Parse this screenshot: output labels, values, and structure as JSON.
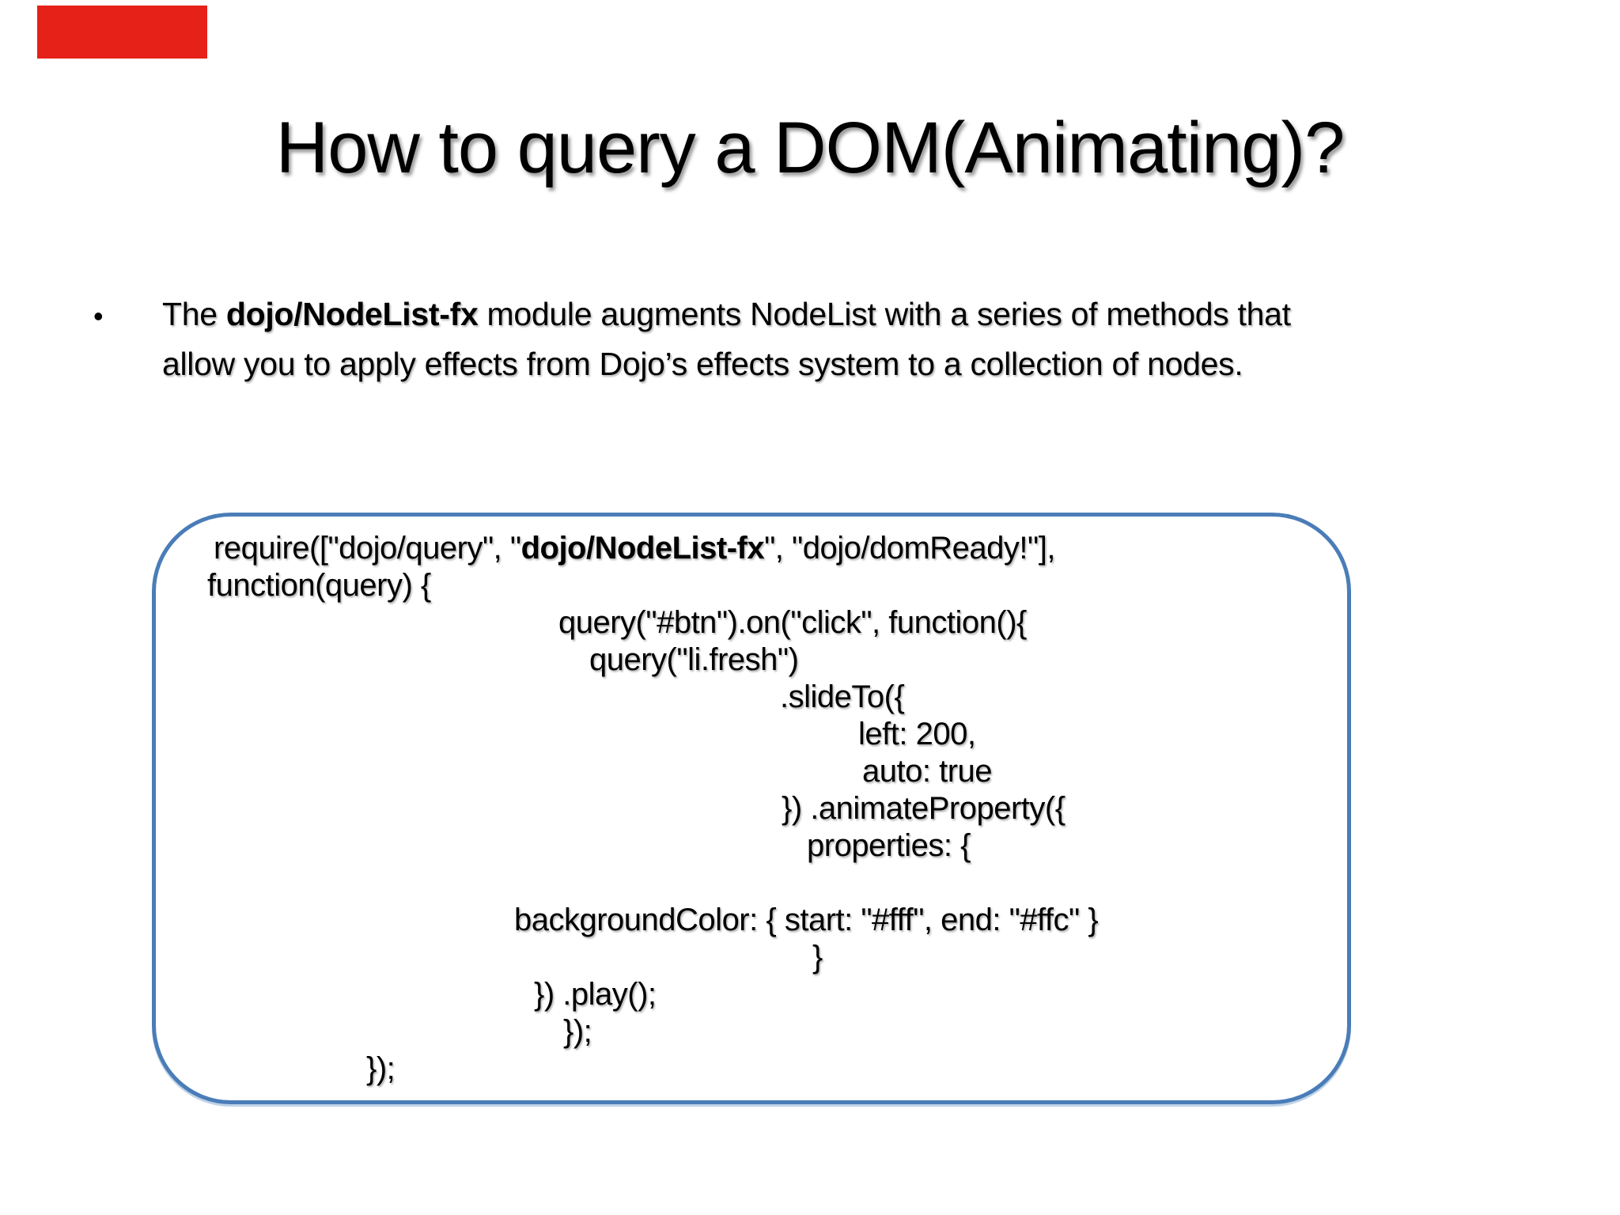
{
  "slide": {
    "background_color": "#ffffff",
    "text_color": "#000000",
    "red_marker_color": "#e62117",
    "title": "How to query a DOM(Animating)?",
    "bullet": {
      "marker": "•",
      "line1_segments": [
        {
          "text": "The ",
          "bold": false
        },
        {
          "text": "dojo/NodeList-fx",
          "bold": true
        },
        {
          "text": " module augments NodeList with a series of methods that",
          "bold": false
        }
      ],
      "line2": "allow you to apply effects from Dojo’s effects system to a collection of nodes."
    },
    "code_box": {
      "border_color": "#4a7db8",
      "lines": [
        {
          "indent": 73,
          "segments": [
            {
              "text": "require([\"dojo/query\", \"",
              "bold": false
            },
            {
              "text": "dojo/NodeList-fx",
              "bold": true
            },
            {
              "text": "\", \"dojo/domReady!\"],",
              "bold": false
            }
          ]
        },
        {
          "indent": 65,
          "text": "function(query) {"
        },
        {
          "indent": 509,
          "text": "query(\"#btn\").on(\"click\", function(){"
        },
        {
          "indent": 548,
          "text": "query(\"li.fresh\")"
        },
        {
          "indent": 789,
          "text": ".slideTo({"
        },
        {
          "indent": 888,
          "text": "left: 200,"
        },
        {
          "indent": 893,
          "text": "auto: true"
        },
        {
          "indent": 791,
          "text": "}) .animateProperty({"
        },
        {
          "indent": 823,
          "text": "properties: {"
        },
        {
          "indent": 0,
          "text": ""
        },
        {
          "indent": 453,
          "text": "backgroundColor: { start: \"#fff\", end: \"#ffc\" }"
        },
        {
          "indent": 830,
          "text": "}"
        },
        {
          "indent": 478,
          "text": "}) .play();"
        },
        {
          "indent": 515,
          "text": "});"
        },
        {
          "indent": 266,
          "text": "});"
        }
      ]
    }
  }
}
